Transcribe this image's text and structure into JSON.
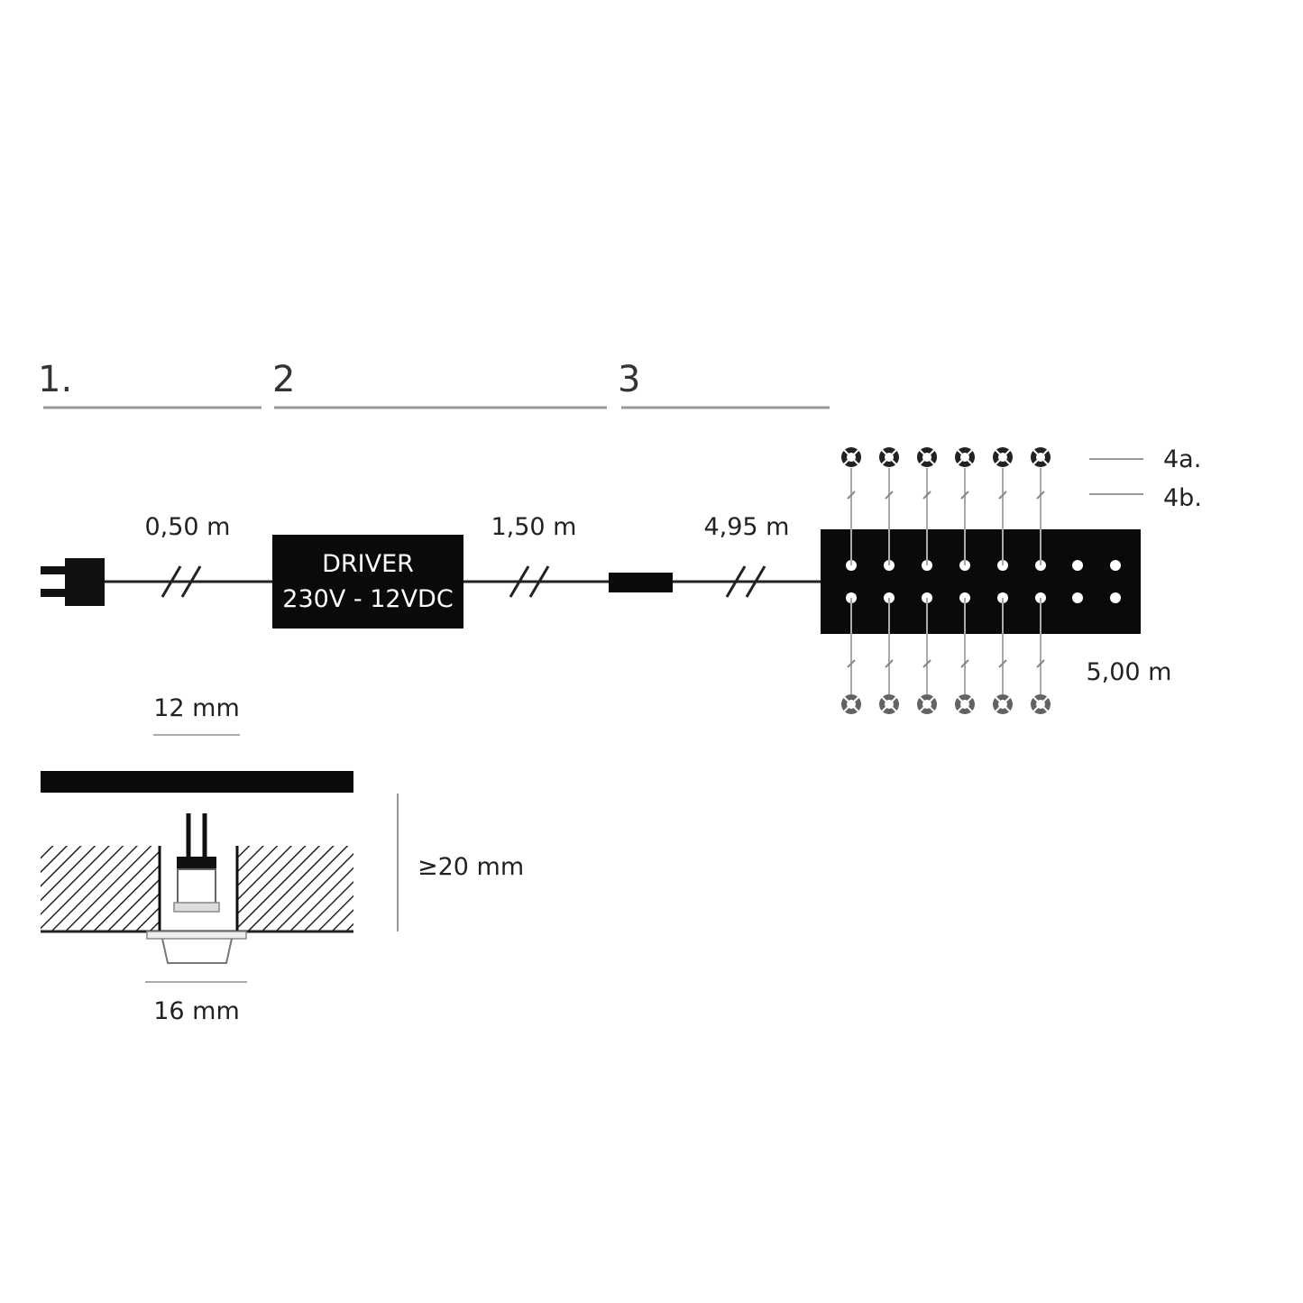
{
  "sections": [
    {
      "label": "1."
    },
    {
      "label": "2"
    },
    {
      "label": "3"
    }
  ],
  "cable_lengths": {
    "plug_to_driver": "0,50 m",
    "driver_to_connector": "1,50 m",
    "connector_to_hub": "4,95 m",
    "spots": "5,00 m"
  },
  "driver": {
    "line1": "DRIVER",
    "line2": "230V - 12VDC"
  },
  "callouts": {
    "a": "4a.",
    "b": "4b."
  },
  "installation": {
    "hole_width": "12 mm",
    "flange_width": "16 mm",
    "min_depth": "≥20 mm"
  },
  "colors": {
    "ink": "#0a0a0a",
    "line": "#555555",
    "dot": "#ffffff"
  }
}
